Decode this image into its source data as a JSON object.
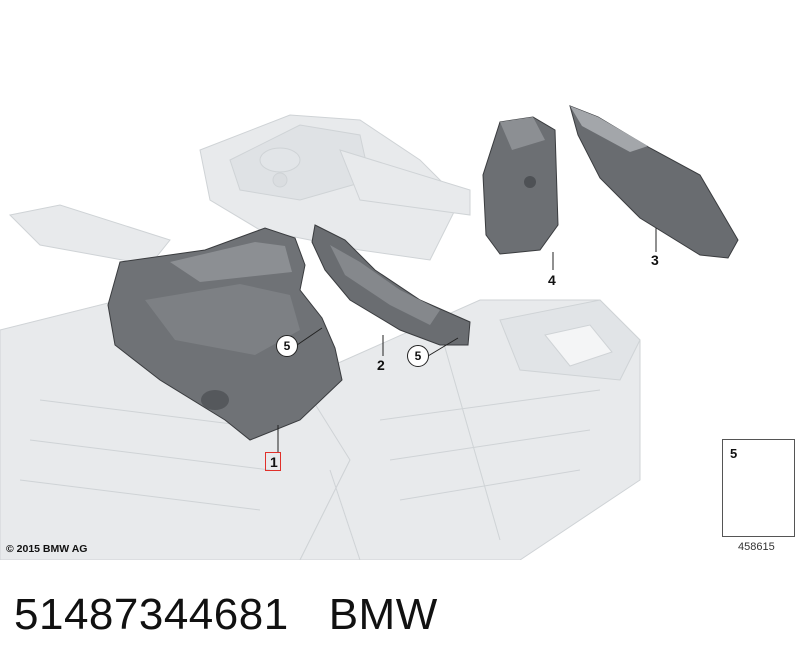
{
  "copyright": "© 2015 BMW AG",
  "callouts": {
    "part1": "1",
    "part2": "2",
    "part3": "3",
    "part4": "4",
    "clip_a": "5",
    "clip_b": "5"
  },
  "legend": {
    "item_number": "5",
    "drawing_code": "458615"
  },
  "footer": {
    "part_number": "51487344681",
    "brand": "BMW"
  },
  "colors": {
    "background": "#ffffff",
    "body_structure": "#e6e8ea",
    "part_fill": "#6f7276",
    "highlight_box": "#e0302a"
  }
}
